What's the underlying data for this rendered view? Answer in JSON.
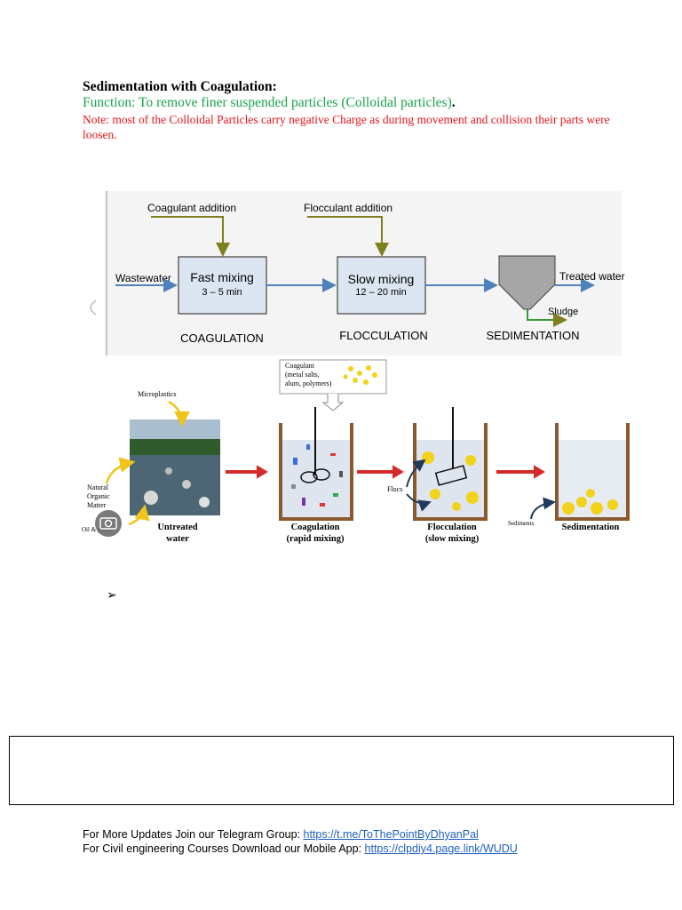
{
  "heading": "Sedimentation with Coagulation:",
  "function_text": "Function: To remove finer suspended particles (Colloidal particles)",
  "function_period": ".",
  "note": "Note: most of the Colloidal Particles carry negative Charge as during movement and collision their parts were loosen.",
  "diagram1": {
    "coagulant_addition": "Coagulant addition",
    "flocculant_addition": "Flocculant addition",
    "wastewater": "Wastewater",
    "fast_mixing": "Fast mixing",
    "fast_time": "3 – 5 min",
    "slow_mixing": "Slow mixing",
    "slow_time": "12 – 20 min",
    "treated_water": "Treated water",
    "sludge": "Sludge",
    "coagulation": "COAGULATION",
    "flocculation": "FLOCCULATION",
    "sedimentation": "SEDIMENTATION"
  },
  "diagram2": {
    "coagulant_box_1": "Coagulant",
    "coagulant_box_2": "(metal salts,",
    "coagulant_box_3": "alum, polymers)",
    "microplastics": "Microplastics",
    "natural_1": "Natural",
    "natural_2": "Organic",
    "natural_3": "Matter",
    "oil": "Oil & grease",
    "untreated_1": "Untreated",
    "untreated_2": "water",
    "coag_1": "Coagulation",
    "coag_2": "(rapid mixing)",
    "flocs": "Flocs",
    "floc_1": "Flocculation",
    "floc_2": "(slow mixing)",
    "sediments": "Sediments",
    "sedimentation": "Sedimentation"
  },
  "bullet": "➢",
  "footer": {
    "line1_text": "For More Updates Join our Telegram Group: ",
    "line1_link": "https://t.me/ToThePointByDhyanPal",
    "line2_text": "For Civil engineering Courses Download our Mobile App: ",
    "line2_link": "https://clpdiy4.page.link/WUDU"
  }
}
